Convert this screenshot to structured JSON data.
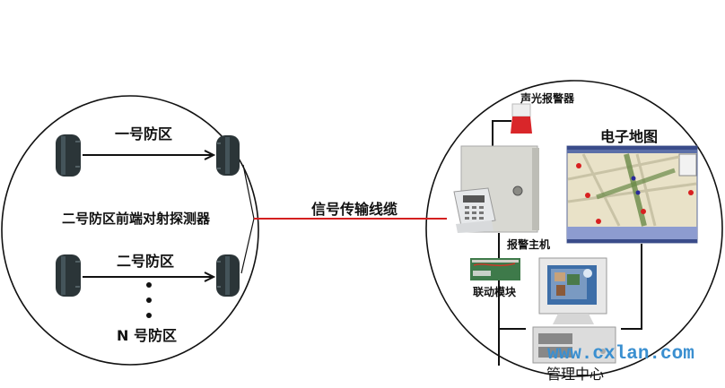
{
  "left_zone": {
    "zone1_label": "一号防区",
    "detector_label": "二号防区前端对射探测器",
    "zone2_label": "二号防区",
    "zoneN_label": "N 号防区"
  },
  "cable": {
    "label": "信号传输线缆",
    "color": "#d42020"
  },
  "right_zone": {
    "siren_label": "声光报警器",
    "map_label": "电子地图",
    "panel_label": "报警主机",
    "module_label": "联动模块",
    "center_label": "管理中心"
  },
  "watermark": "www.cxlan.com"
}
